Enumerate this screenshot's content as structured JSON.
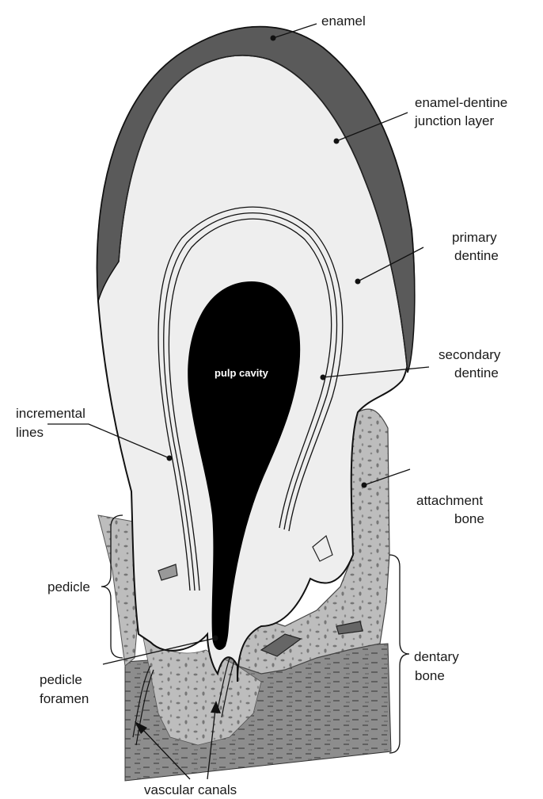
{
  "labels": {
    "enamel": "enamel",
    "edj_1": "enamel-dentine",
    "edj_2": "junction layer",
    "primary_1": "primary",
    "primary_2": "dentine",
    "secondary_1": "secondary",
    "secondary_2": "dentine",
    "pulp": "pulp cavity",
    "incremental_1": "incremental",
    "incremental_2": "lines",
    "attachment_1": "attachment",
    "attachment_2": "bone",
    "pedicle": "pedicle",
    "dentary_1": "dentary",
    "dentary_2": "bone",
    "foramen_1": "pedicle",
    "foramen_2": "foramen",
    "vascular": "vascular canals"
  },
  "colors": {
    "enamel": "#5a5a5a",
    "dentine": "#eeeeee",
    "pulp": "#000000",
    "attachment_bone": "#bdbdbd",
    "dentary_bone": "#8a8a8a"
  }
}
